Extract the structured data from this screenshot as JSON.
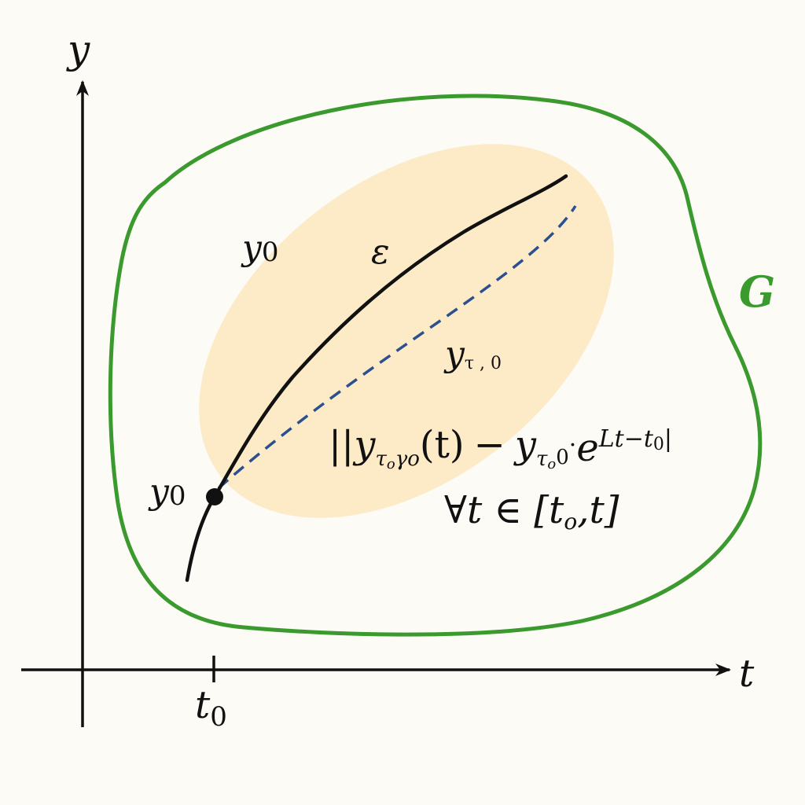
{
  "axes": {
    "y_label": "y",
    "x_label": "t",
    "tick_label_base": "t",
    "tick_label_sub": "0"
  },
  "domain": {
    "label": "G",
    "color": "#3a9a2e"
  },
  "neighborhood": {
    "fill_color": "#fdebc8"
  },
  "solution": {
    "color": "#111111",
    "label": "ε",
    "start_label_base": "y",
    "start_label_sub": "0",
    "upper_label_base": "y",
    "upper_label_sub": "0"
  },
  "approximation": {
    "color": "#2b4f8f",
    "label_base": "y",
    "label_sub": "τ , 0"
  },
  "estimate": {
    "bars_open": "||",
    "y1_base": "y",
    "y1_sub": "τ",
    "y1_subsub": "o",
    "y1_sub2": "γo",
    "paren_t": "(t)",
    "minus": "−",
    "y2_base": "y",
    "y2_sub": "τ",
    "y2_subsub": "o",
    "y2_sub2": "0",
    "dot": "·",
    "exp_base": "e",
    "exp_power": "Lt−t",
    "exp_power_sub": "0",
    "exp_close": "|",
    "quantifier": "∀t ∈ [t",
    "quantifier_sub": "o",
    "quantifier_end": ",t]"
  }
}
